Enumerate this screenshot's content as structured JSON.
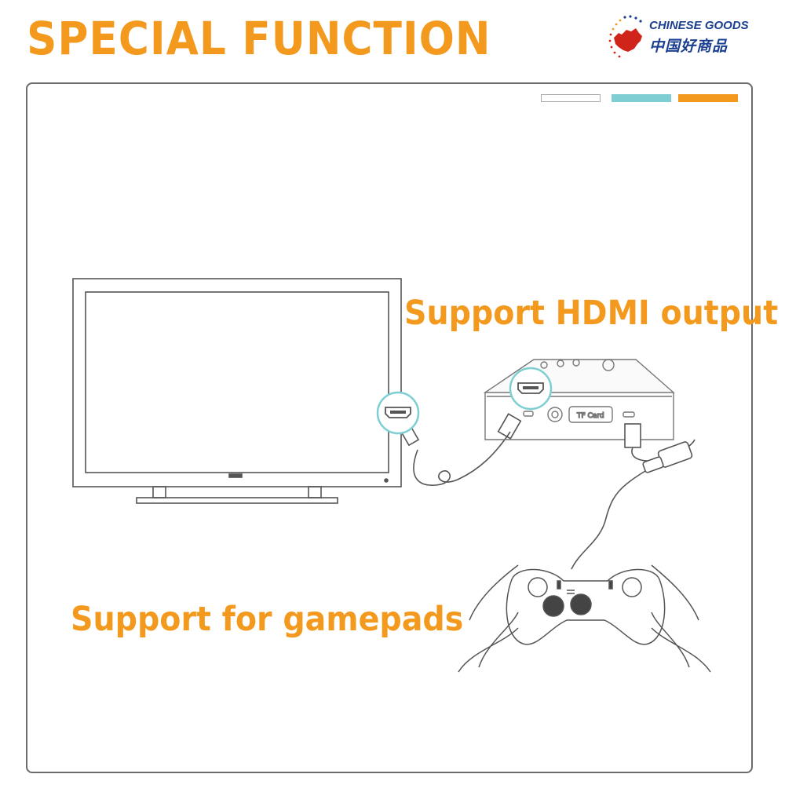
{
  "header": {
    "title": "SPECIAL FUNCTION"
  },
  "logo": {
    "name_en": "CHINESE GOODS",
    "name_cn": "中国好商品"
  },
  "features": {
    "hdmi": "Support HDMI output",
    "gamepads": "Support for gamepads"
  },
  "device": {
    "slot_label": "TF Card",
    "connector_label": "HDMI"
  },
  "colors": {
    "accent": "#f39a1e",
    "teal": "#7ecfd3",
    "logo_blue": "#1b3f8f",
    "logo_red": "#d0241b",
    "line": "#555555"
  }
}
